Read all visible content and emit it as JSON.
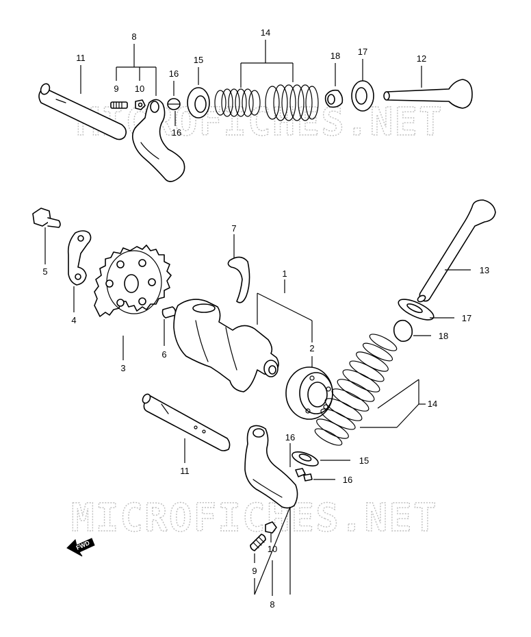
{
  "watermark": "MICROFICHES.NET",
  "direction_label": "FWD",
  "callouts": {
    "c1": "1",
    "c2": "2",
    "c3": "3",
    "c4": "4",
    "c5": "5",
    "c6": "6",
    "c7": "7",
    "top_8": "8",
    "top_9": "9",
    "top_10": "10",
    "top_11": "11",
    "top_12": "12",
    "top_14": "14",
    "top_15": "15",
    "top_16a": "16",
    "top_16b": "16",
    "top_17": "17",
    "top_18": "18",
    "b_8": "8",
    "b_9": "9",
    "b_10": "10",
    "b_11": "11",
    "b_13": "13",
    "b_14": "14",
    "b_15": "15",
    "b_16a": "16",
    "b_16b": "16",
    "b_17": "17",
    "b_18": "18"
  }
}
